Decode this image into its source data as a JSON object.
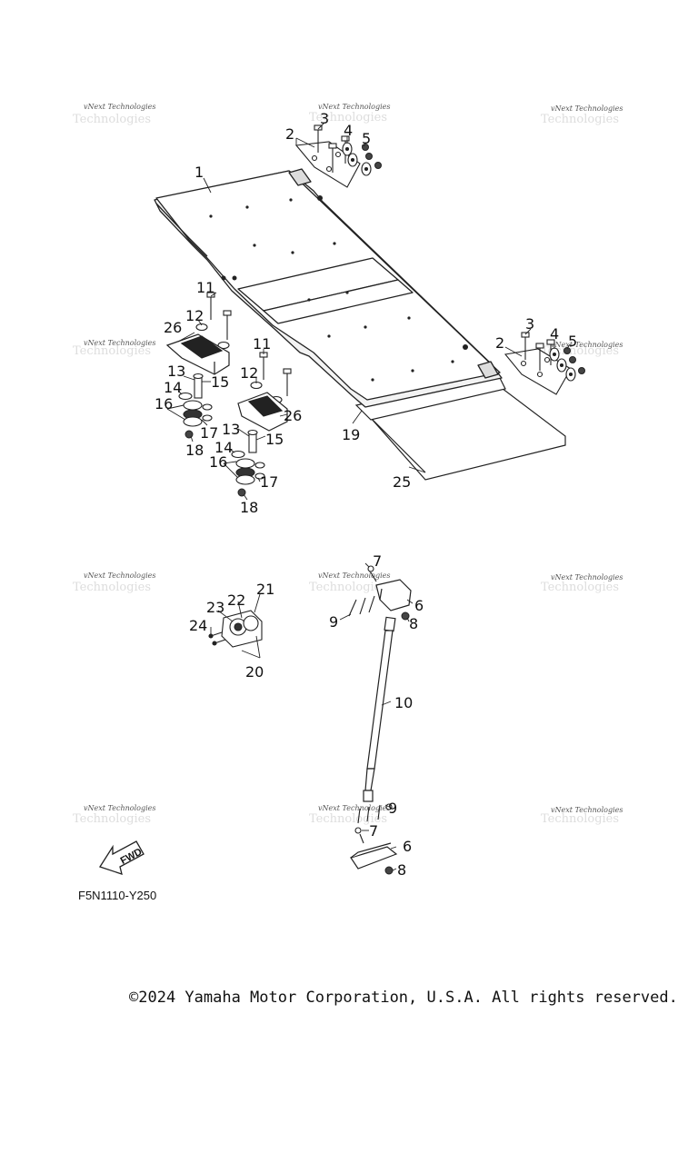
{
  "watermark": "vNext Technologies",
  "callouts": {
    "c1": "1",
    "c2": "2",
    "c3": "3",
    "c4": "4",
    "c5": "5",
    "c6": "6",
    "c7": "7",
    "c8": "8",
    "c9": "9",
    "c10": "10",
    "c11": "11",
    "c12": "12",
    "c13": "13",
    "c14": "14",
    "c15": "15",
    "c16": "16",
    "c17": "17",
    "c18": "18",
    "c19": "19",
    "c20": "20",
    "c21": "21",
    "c22": "22",
    "c23": "23",
    "c24": "24",
    "c25": "25",
    "c26": "26"
  },
  "fwd_label": "FWD",
  "diagram_code": "F5N1110-Y250",
  "copyright": "©2024 Yamaha Motor Corporation, U.S.A. All rights reserved."
}
